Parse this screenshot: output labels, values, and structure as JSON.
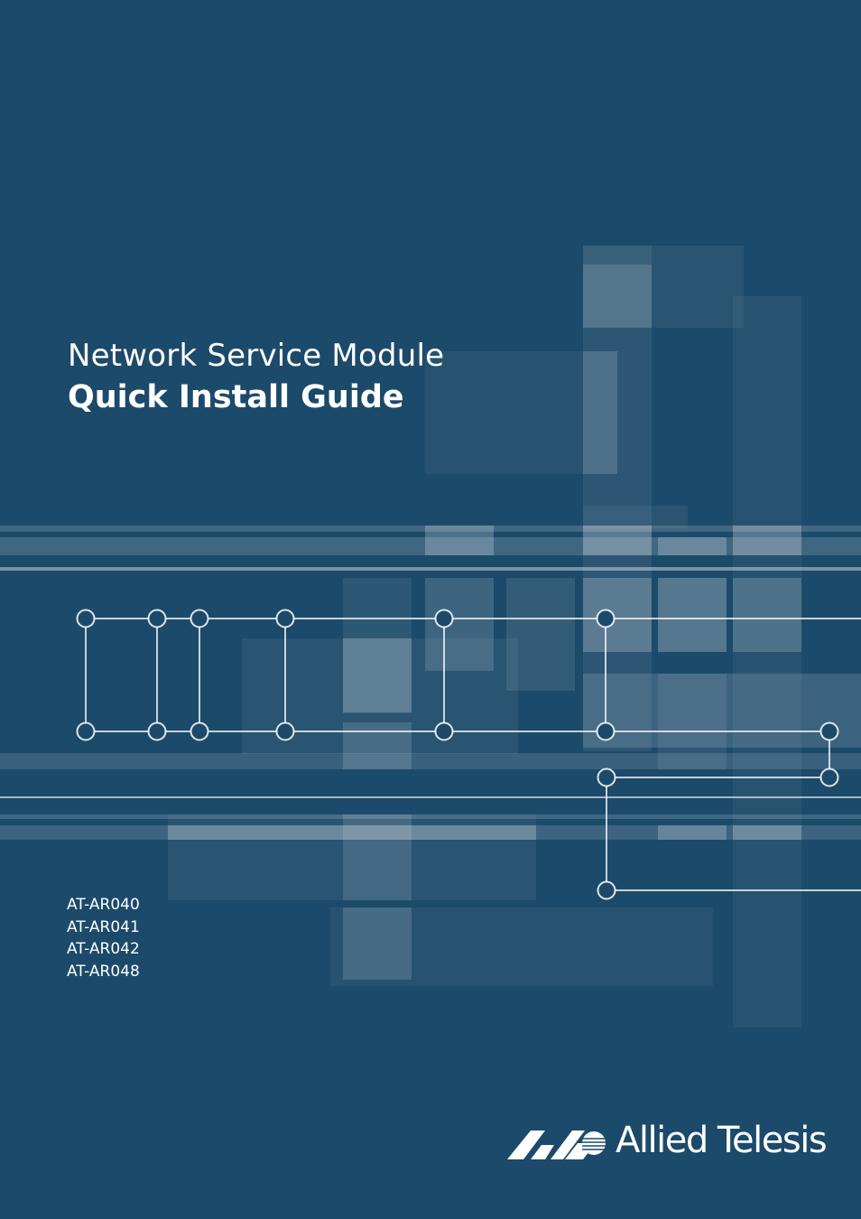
{
  "document": {
    "subtitle": "Network Service Module",
    "title": "Quick Install Guide",
    "models": [
      "AT-AR040",
      "AT-AR041",
      "AT-AR042",
      "AT-AR048"
    ]
  },
  "brand": {
    "name": "Allied Telesis"
  },
  "colors": {
    "background": "#1c4a6a",
    "text": "#ffffff"
  }
}
